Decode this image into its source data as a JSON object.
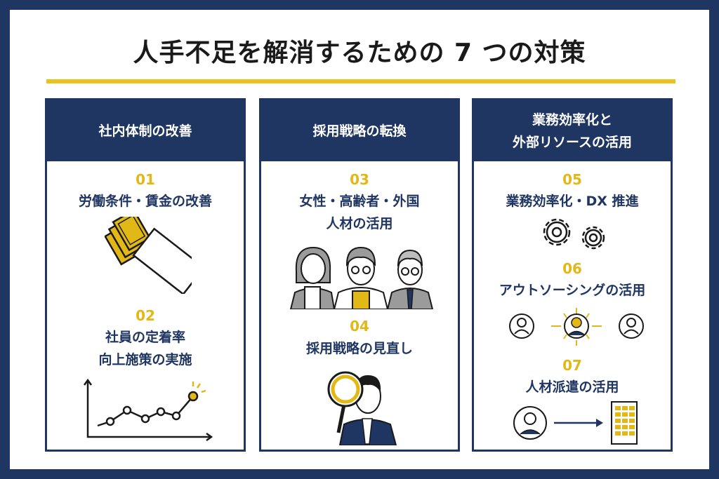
{
  "title": "人手不足を解消するための 7 つの対策",
  "columns": [
    {
      "header": "社内体制の改善",
      "items": [
        {
          "num": "01",
          "title": "労働条件・賃金の改善",
          "icon": "envelope-with-cash-icon"
        },
        {
          "num": "02",
          "title": "社員の定着率\n向上施策の実施",
          "icon": "rising-line-chart-icon"
        }
      ]
    },
    {
      "header": "採用戦略の転換",
      "items": [
        {
          "num": "03",
          "title": "女性・高齢者・外国\n人材の活用",
          "icon": "diverse-people-icon"
        },
        {
          "num": "04",
          "title": "採用戦略の見直し",
          "icon": "magnifying-glass-businessman-icon"
        }
      ]
    },
    {
      "header": "業務効率化と\n外部リソースの活用",
      "items": [
        {
          "num": "05",
          "title": "業務効率化・DX 推進",
          "icon": "gears-icon"
        },
        {
          "num": "06",
          "title": "アウトソーシングの活用",
          "icon": "outsourcing-network-icon"
        },
        {
          "num": "07",
          "title": "人材派遣の活用",
          "icon": "dispatch-to-building-icon"
        }
      ]
    }
  ],
  "colors": {
    "navy": "#1f3562",
    "gold": "#e2b816",
    "accent": "#e9c21c"
  }
}
